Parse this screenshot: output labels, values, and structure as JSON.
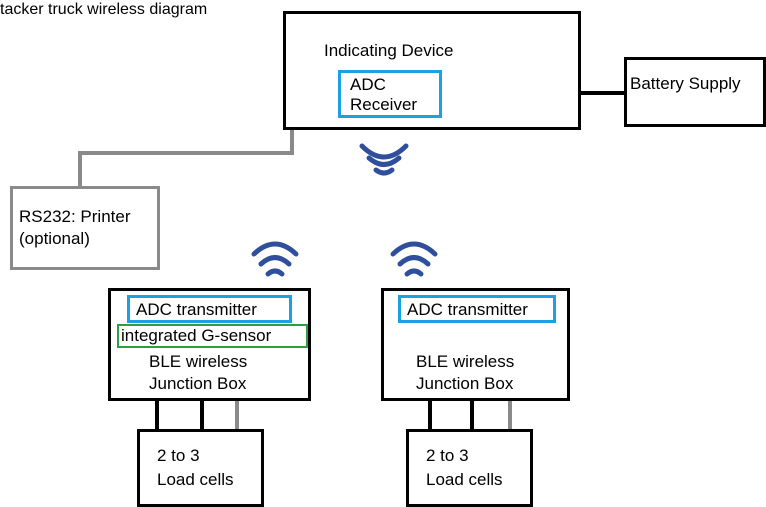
{
  "title": "tacker truck wireless diagram",
  "indicator": {
    "label": "Indicating Device",
    "receiver": [
      "ADC",
      "Receiver"
    ]
  },
  "battery": "Battery Supply",
  "printer": [
    "RS232: Printer",
    "(optional)"
  ],
  "junction_left": {
    "transmitter": "ADC transmitter",
    "gsensor": "integrated G-sensor",
    "label": [
      "BLE wireless",
      "Junction Box"
    ]
  },
  "junction_right": {
    "transmitter": "ADC transmitter",
    "label": [
      "BLE wireless",
      "Junction Box"
    ]
  },
  "loadcells_left": [
    "2 to 3",
    "Load cells"
  ],
  "loadcells_right": [
    "2 to 3",
    "Load cells"
  ],
  "colors": {
    "wireless_signal": "#2f4f9c",
    "adc_border": "#1ba1e2",
    "gsensor_border": "#2e9e3e",
    "optional_border": "#8a8a8a"
  },
  "icons": [
    "wifi-signal-icon"
  ]
}
